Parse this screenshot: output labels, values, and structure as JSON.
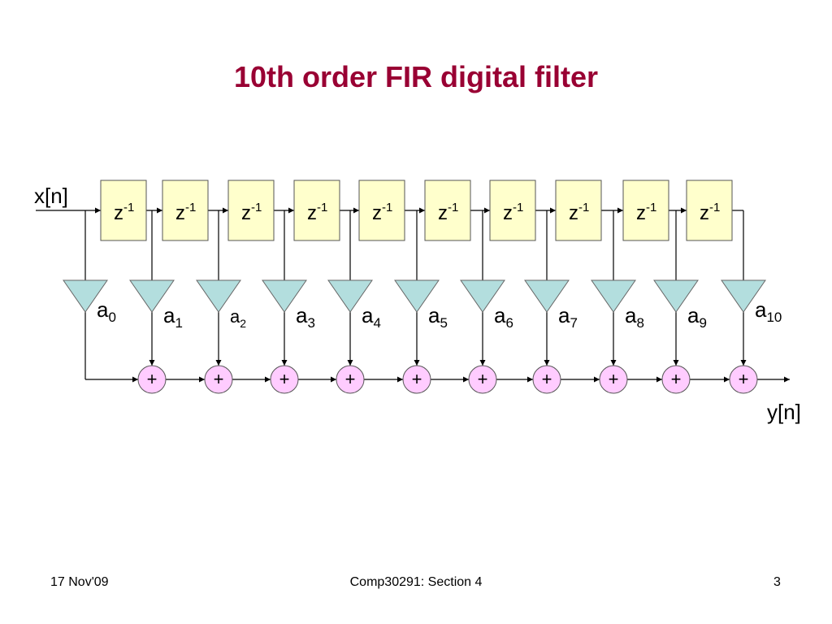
{
  "slide": {
    "title": "10th order FIR digital filter"
  },
  "diagram": {
    "input_label": "x[n]",
    "output_label": "y[n]",
    "delay_base": "z",
    "delay_exponent": "-1",
    "coefficient_base": "a",
    "coefficient_subscripts": [
      "0",
      "1",
      "2",
      "3",
      "4",
      "5",
      "6",
      "7",
      "8",
      "9",
      "10"
    ],
    "adder_symbol": "+",
    "delay_count": 10,
    "adder_count": 10,
    "colors": {
      "delay_fill": "#ffffcc",
      "gain_fill": "#b3dede",
      "adder_fill": "#ffccff",
      "line": "#000000",
      "title": "#990033"
    }
  },
  "footer": {
    "date": "17 Nov'09",
    "center": "Comp30291: Section 4",
    "page": "3"
  }
}
